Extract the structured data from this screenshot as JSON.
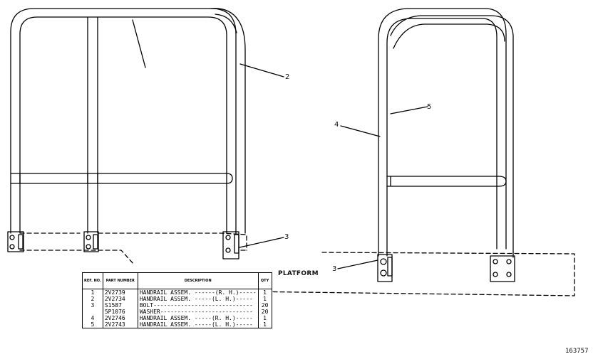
{
  "callouts": {
    "c2": "2",
    "c3_left": "3",
    "c3_right": "3",
    "c4": "4",
    "c5": "5"
  },
  "platform_label": "PLATFORM",
  "figure_id": "163757",
  "parts_table": {
    "headers": {
      "ref": "REF. NO.",
      "part": "PART NUMBER",
      "desc": "DESCRIPTION",
      "qty": "QTY"
    },
    "rows": [
      {
        "ref": "1",
        "part": "2V2739",
        "desc": "HANDRAIL ASSEM. ------(R. H.)-----",
        "qty": "1"
      },
      {
        "ref": "2",
        "part": "2V2734",
        "desc": "HANDRAIL ASSEM. -----(L. H.)-----",
        "qty": "1"
      },
      {
        "ref": "3",
        "part": "S1587",
        "desc": "BOLT-----------------------------",
        "qty": "20"
      },
      {
        "ref": "",
        "part": "5P1076",
        "desc": "WASHER---------------------------",
        "qty": "20"
      },
      {
        "ref": "4",
        "part": "2V2746",
        "desc": "HANDRAIL ASSEM. -----(R. H.)-----",
        "qty": "1"
      },
      {
        "ref": "5",
        "part": "2V2743",
        "desc": "HANDRAIL ASSEM. -----(L. H.)-----",
        "qty": "1"
      }
    ]
  }
}
